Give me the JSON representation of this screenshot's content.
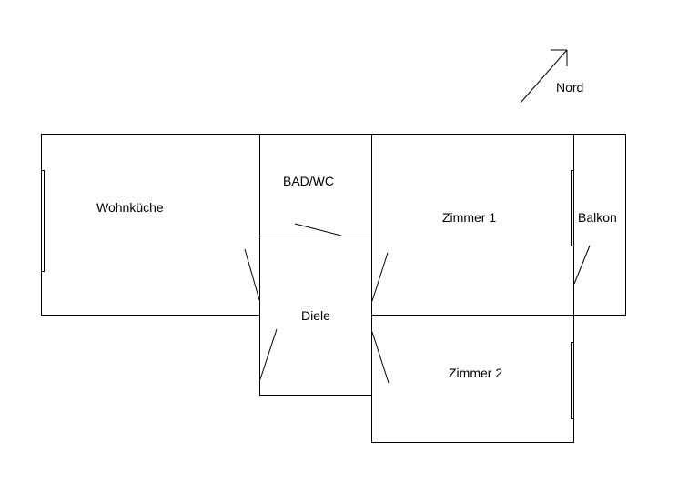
{
  "compass": {
    "label": "Nord",
    "icon": "north-arrow-icon"
  },
  "rooms": {
    "wohnkueche": "Wohnküche",
    "bad_wc": "BAD/WC",
    "diele": "Diele",
    "zimmer1": "Zimmer 1",
    "zimmer2": "Zimmer 2",
    "balkon": "Balkon"
  },
  "colors": {
    "line": "#000000",
    "background": "#ffffff"
  }
}
